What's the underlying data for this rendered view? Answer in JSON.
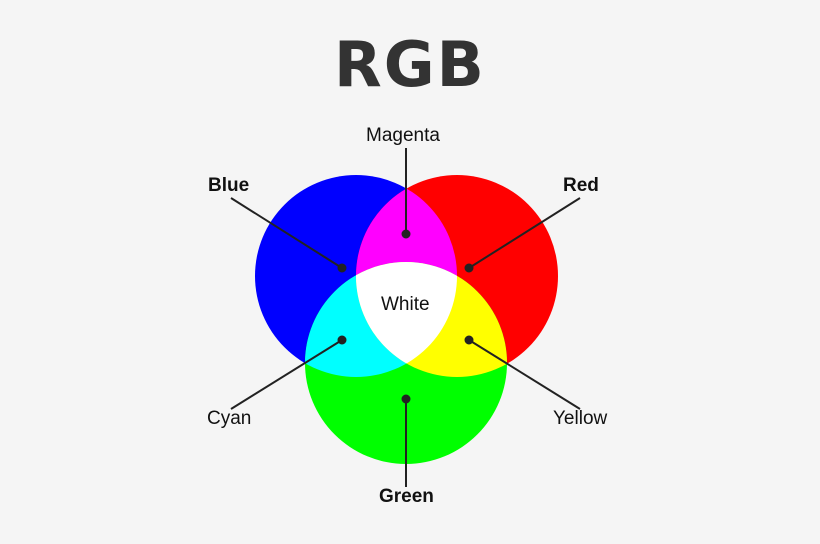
{
  "title": "RGB",
  "colors": {
    "background": "#f5f5f5",
    "red": "#ff0000",
    "green": "#00ff00",
    "blue": "#0000ff",
    "magenta": "#ff00ff",
    "cyan": "#00ffff",
    "yellow": "#ffff00",
    "white": "#ffffff",
    "leader": "#222222"
  },
  "labels": {
    "blue": "Blue",
    "red": "Red",
    "green": "Green",
    "magenta": "Magenta",
    "cyan": "Cyan",
    "yellow": "Yellow",
    "white": "White"
  }
}
